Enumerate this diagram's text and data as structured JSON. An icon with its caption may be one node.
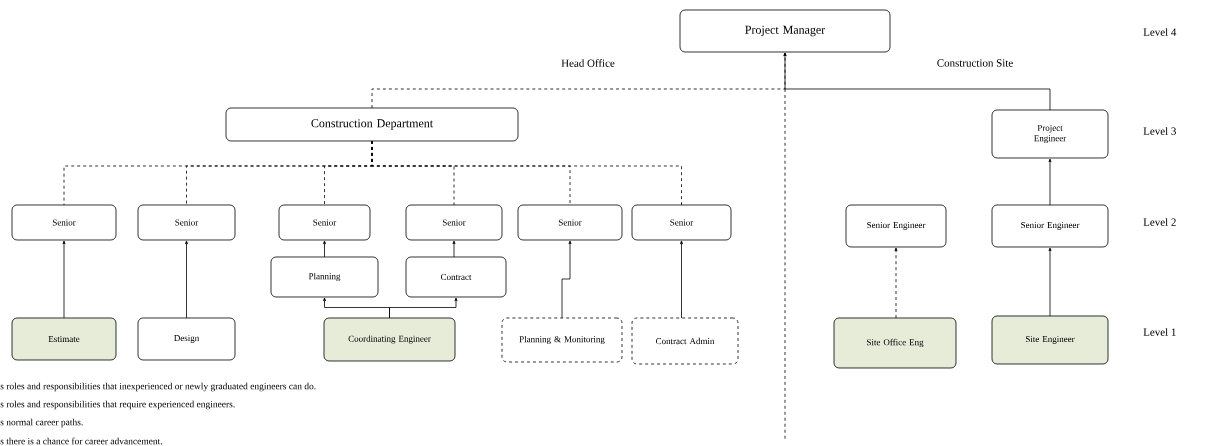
{
  "diagram": {
    "nodes": [
      {
        "text": [
          "Project Manager"
        ]
      },
      {
        "text": [
          "Construction Department"
        ]
      },
      {
        "text": [
          "Project Engineer"
        ]
      },
      {
        "text": [
          "Senior"
        ]
      },
      {
        "text": [
          "Senior"
        ]
      },
      {
        "text": [
          "Senior"
        ]
      },
      {
        "text": [
          "Senior"
        ]
      },
      {
        "text": [
          "Senior"
        ]
      },
      {
        "text": [
          "Senior"
        ]
      },
      {
        "text": [
          "Senior Engineer"
        ]
      },
      {
        "text": [
          "Senior Engineer"
        ]
      },
      {
        "text": [
          "Planning"
        ]
      },
      {
        "text": [
          "Contract"
        ]
      },
      {
        "text": [
          "Estimate"
        ]
      },
      {
        "text": [
          "Design"
        ]
      },
      {
        "text": [
          "Coordinating Engineer"
        ]
      },
      {
        "text": [
          "Planning & Monitoring"
        ]
      },
      {
        "text": [
          "Contract Admin"
        ]
      },
      {
        "text": [
          "Site Office Eng"
        ]
      },
      {
        "text": [
          "Site Engineer"
        ]
      }
    ],
    "edges": [
      {
        "from": 1,
        "to": 0,
        "arrow": "to",
        "style": "dashed"
      },
      {
        "from": 2,
        "to": 0,
        "arrow": "to"
      },
      {
        "from": 1,
        "to": 3,
        "arrow": "none",
        "style": "dashed"
      },
      {
        "from": 1,
        "to": 4,
        "arrow": "none",
        "style": "dashed"
      },
      {
        "from": 1,
        "to": 5,
        "arrow": "none",
        "style": "dashed"
      },
      {
        "from": 1,
        "to": 6,
        "arrow": "none",
        "style": "dashed"
      },
      {
        "from": 1,
        "to": 7,
        "arrow": "none",
        "style": "dashed"
      },
      {
        "from": 1,
        "to": 8,
        "arrow": "none",
        "style": "dashed"
      },
      {
        "from": 13,
        "to": 3,
        "arrow": "to"
      },
      {
        "from": 14,
        "to": 4,
        "arrow": "to"
      },
      {
        "from": 11,
        "to": 5,
        "arrow": "to"
      },
      {
        "from": 12,
        "to": 6,
        "arrow": "to"
      },
      {
        "from": 15,
        "to": 11,
        "arrow": "to"
      },
      {
        "from": 15,
        "to": 12,
        "arrow": "to"
      },
      {
        "from": 16,
        "to": 7,
        "arrow": "to"
      },
      {
        "from": 17,
        "to": 8,
        "arrow": "to"
      },
      {
        "from": 18,
        "to": 9,
        "arrow": "to",
        "style": "dashed"
      },
      {
        "from": 19,
        "to": 10,
        "arrow": "to"
      },
      {
        "from": 10,
        "to": 2,
        "arrow": "to"
      }
    ],
    "labels": [
      "Level 4",
      "Head Office",
      "Construction Site",
      "Level 3",
      "Level 2",
      "Level 1",
      "s roles and responsibilities that inexperienced or newly graduated engineers can do.",
      "s roles and responsibilities that require experienced engineers.",
      "s normal career paths.",
      "s there is a chance for career advancement."
    ]
  }
}
